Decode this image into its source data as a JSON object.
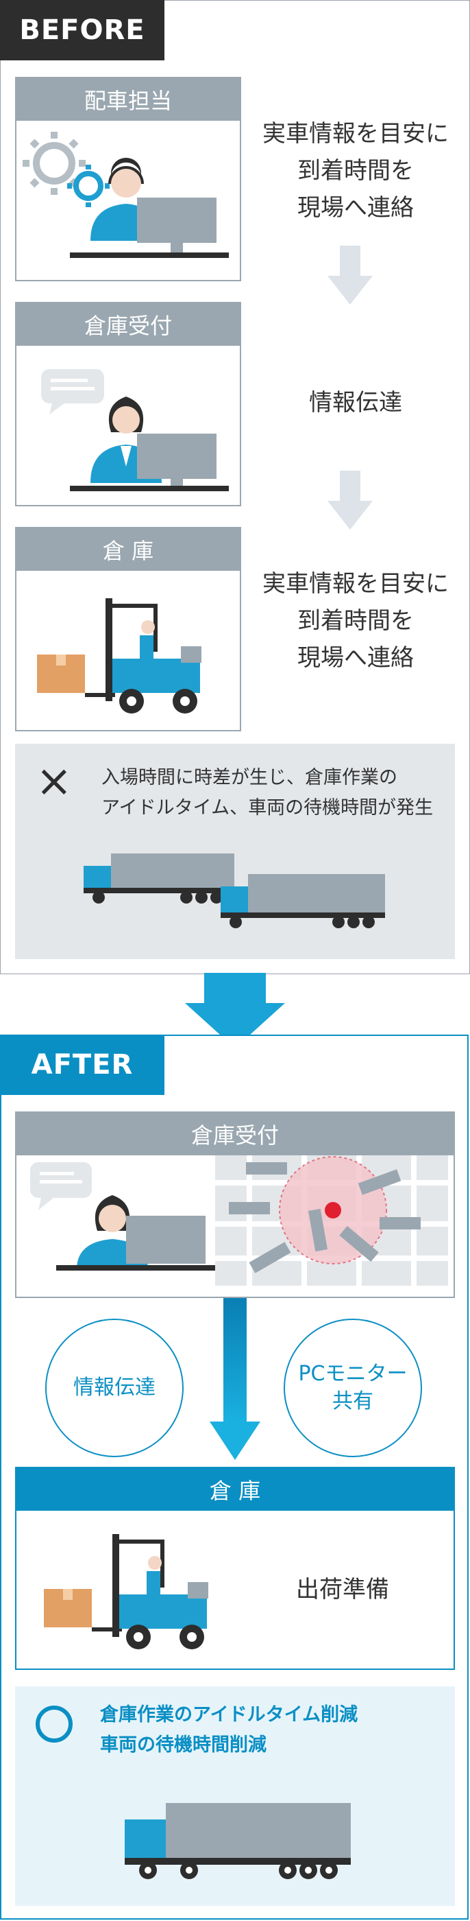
{
  "before": {
    "tag": "BEFORE",
    "steps": [
      {
        "title": "配車担当",
        "lines": [
          "実車情報を目安に",
          "到着時間を",
          "現場へ連絡"
        ]
      },
      {
        "title": "倉庫受付",
        "lines": [
          "情報伝達"
        ]
      },
      {
        "title": "倉 庫",
        "lines": [
          "実車情報を目安に",
          "到着時間を",
          "現場へ連絡"
        ]
      }
    ],
    "result": {
      "mark": "×",
      "lines": [
        "入場時間に時差が生じ、倉庫作業の",
        "アイドルタイム、車両の待機時間が発生"
      ]
    }
  },
  "after": {
    "tag": "AFTER",
    "reception_title": "倉庫受付",
    "bubbles": [
      {
        "lines": [
          "情報伝達"
        ]
      },
      {
        "lines": [
          "PCモニター",
          "共有"
        ]
      }
    ],
    "warehouse_title": "倉 庫",
    "warehouse_text": "出荷準備",
    "result": {
      "lines": [
        "倉庫作業のアイドルタイム削減",
        "車両の待機時間削減"
      ]
    }
  },
  "colors": {
    "accent": "#0a8fc4",
    "gray": "#9aa7b0",
    "dark": "#2d2d2d",
    "person": "#1f9fd0",
    "box": "#e3a064"
  }
}
